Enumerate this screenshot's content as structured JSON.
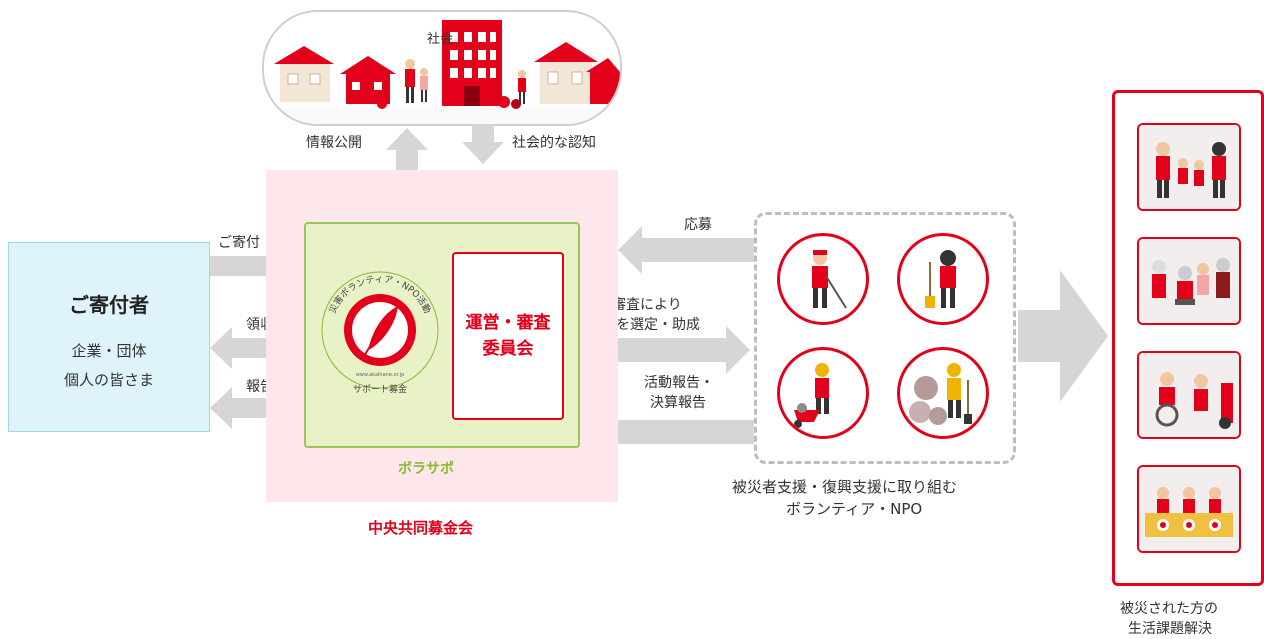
{
  "society": {
    "label": "社会"
  },
  "arrows": {
    "info_disclosure": "情報公開",
    "social_recognition": "社会的な認知",
    "donation": "ご寄付",
    "receipt": "領収書",
    "report": "報告書",
    "application": "応募",
    "selection_line1": "審査により",
    "selection_line2": "活動を選定・助成",
    "activity_report_line1": "活動報告・",
    "activity_report_line2": "決算報告"
  },
  "donor": {
    "title": "ご寄付者",
    "line1": "企業・団体",
    "line2": "個人の皆さま"
  },
  "center": {
    "committee_line1": "運営・審査",
    "committee_line2": "委員会",
    "borasapo": "ボラサポ",
    "organization": "中央共同募金会",
    "seal_arc_text": "災害ボランティア・NPO活動",
    "seal_bottom_text": "サポート募金",
    "seal_url": "www.akaihane.or.jp"
  },
  "volunteers": {
    "line1": "被災者支援・復興支援に取り組む",
    "line2": "ボランティア・NPO"
  },
  "outcome": {
    "line1": "被災された方の",
    "line2": "生活課題解決"
  },
  "colors": {
    "red": "#e2001a",
    "pink_bg": "#fde7ea",
    "green_bg": "#e9f1c6",
    "green_accent": "#8ab832",
    "blue_bg": "#dff3fb",
    "arrow_gray": "#d6d6d6"
  },
  "icons": {
    "flow_arrow": "block-arrow",
    "seal": "red-feather-icon"
  }
}
